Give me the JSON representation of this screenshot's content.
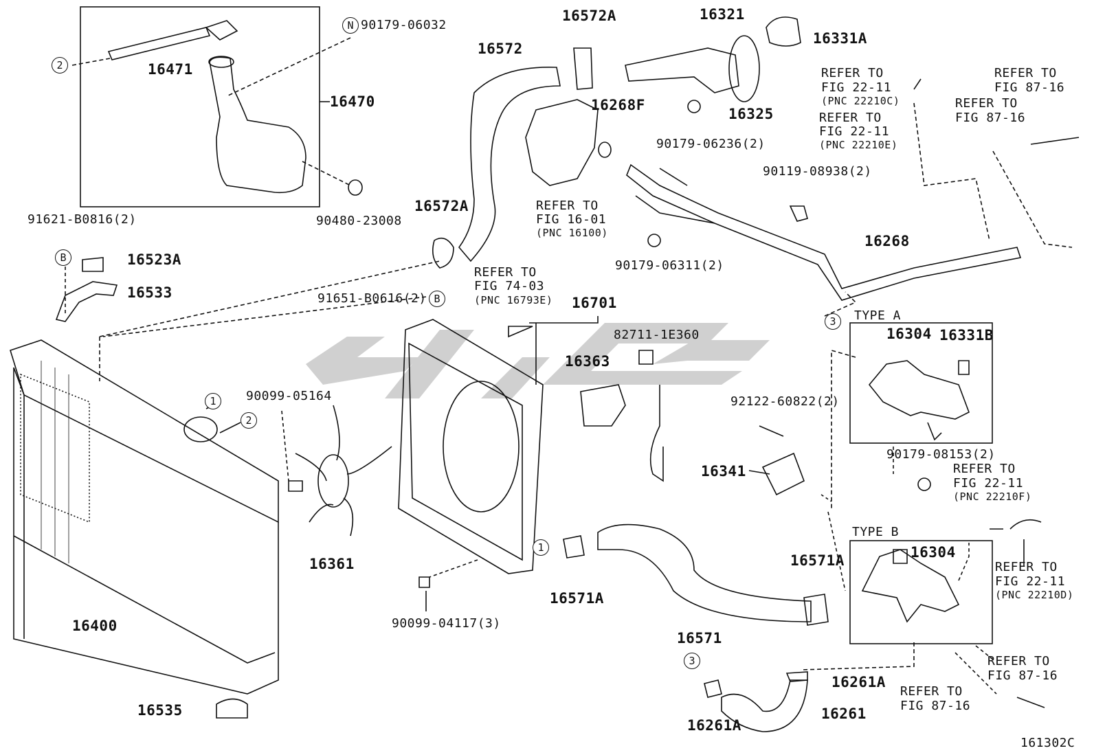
{
  "callouts": {
    "c1": "1",
    "c2": "2",
    "c3": "3",
    "N": "N",
    "B": "B"
  },
  "parts": {
    "p16471": "16471",
    "p16470": "16470",
    "p90179_06032": "90179-06032",
    "p90480_23008": "90480-23008",
    "p16572": "16572",
    "p16572A_top": "16572A",
    "p16572A": "16572A",
    "p16321": "16321",
    "p16331A": "16331A",
    "p16268F": "16268F",
    "p16325": "16325",
    "p90179_06236": "90179-06236(2)",
    "p90119_08938": "90119-08938(2)",
    "p90179_06311": "90179-06311(2)",
    "p16268": "16268",
    "p91621": "91621-B0816(2)",
    "p16523A": "16523A",
    "p16533": "16533",
    "p91651": "91651-B0616(2)",
    "p16701": "16701",
    "p82711": "82711-1E360",
    "p16363": "16363",
    "p92122": "92122-60822(2)",
    "p16341": "16341",
    "p90099_05164": "90099-05164",
    "p16361": "16361",
    "p16400": "16400",
    "p16535": "16535",
    "p16571A_a": "16571A",
    "p16571A_b": "16571A",
    "p16571": "16571",
    "p90099_04117": "90099-04117(3)",
    "p16304_a": "16304",
    "p16331B": "16331B",
    "p90179_08153": "90179-08153(2)",
    "p16304_b": "16304",
    "p16261A_a": "16261A",
    "p16261A_b": "16261A",
    "p16261": "16261",
    "fig_code": "161302C"
  },
  "types": {
    "typeA": "TYPE A",
    "typeB": "TYPE B"
  },
  "refs": {
    "r1_a": "REFER TO",
    "r1_b": "FIG 16-01",
    "r1_c": "(PNC 16100)",
    "r2_a": "REFER TO",
    "r2_b": "FIG 74-03",
    "r2_c": "(PNC 16793E)",
    "r3_a": "REFER TO",
    "r3_b": "FIG 22-11",
    "r3_c": "(PNC 22210C)",
    "r4_a": "REFER TO",
    "r4_b": "FIG 22-11",
    "r4_c": "(PNC 22210E)",
    "r5_a": "REFER TO",
    "r5_b": "FIG 87-16",
    "r6_a": "REFER TO",
    "r6_b": "FIG 87-16",
    "r7_a": "REFER TO",
    "r7_b": "FIG 22-11",
    "r7_c": "(PNC 22210F)",
    "r8_a": "REFER TO",
    "r8_b": "FIG 22-11",
    "r8_c": "(PNC 22210D)",
    "r9_a": "REFER TO",
    "r9_b": "FIG 87-16",
    "r10_a": "REFER TO",
    "r10_b": "FIG 87-16"
  },
  "colors": {
    "ink": "#111111",
    "watermark": "#c8c8c8"
  }
}
